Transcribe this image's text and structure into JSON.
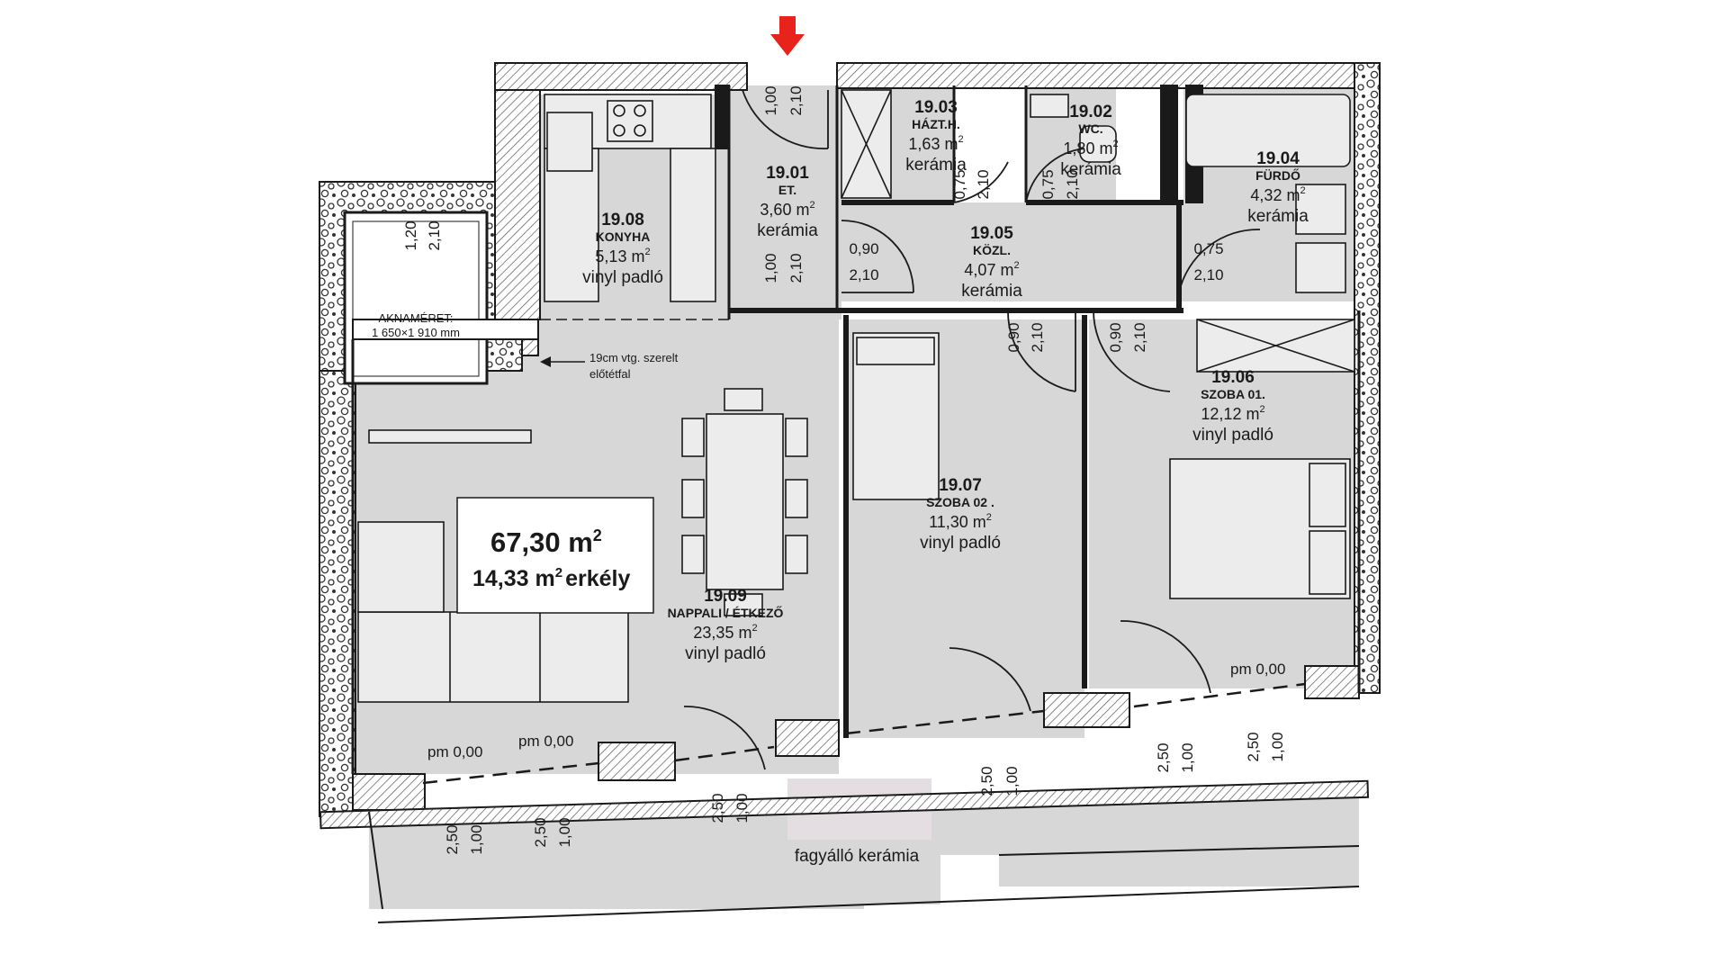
{
  "plan": {
    "total_area": "67,30 m",
    "total_area_sup": "2",
    "balcony_area": "14,33 m",
    "balcony_area_sup": "2",
    "balcony_word": "erkély",
    "area_unit_sup": "2",
    "wall_note_line1": "19cm vtg. szerelt",
    "wall_note_line2": "előtétfal",
    "shaft_label": "AKNAMÉRET:",
    "shaft_size": "1 650×1 910 mm",
    "balcony_floor": "fagyálló kerámia",
    "entrance_marker_color": "#e8231b",
    "room_fill_color": "#d7d7d7",
    "wall_color": "#1a1a1a"
  },
  "rooms": [
    {
      "code": "19.01",
      "name": "ET.",
      "area": "3,60 m",
      "floor": "kerámia"
    },
    {
      "code": "19.02",
      "name": "WC.",
      "area": "1,80 m",
      "floor": "kerámia"
    },
    {
      "code": "19.03",
      "name": "HÁZT.H.",
      "area": "1,63 m",
      "floor": "kerámia"
    },
    {
      "code": "19.04",
      "name": "FÜRDŐ",
      "area": "4,32 m",
      "floor": "kerámia"
    },
    {
      "code": "19.05",
      "name": "KÖZL.",
      "area": "4,07 m",
      "floor": "kerámia"
    },
    {
      "code": "19.06",
      "name": "SZOBA 01.",
      "area": "12,12 m",
      "floor": "vinyl padló"
    },
    {
      "code": "19.07",
      "name": "SZOBA 02 .",
      "area": "11,30 m",
      "floor": "vinyl padló"
    },
    {
      "code": "19.08",
      "name": "KONYHA",
      "area": "5,13 m",
      "floor": "vinyl padló"
    },
    {
      "code": "19.09",
      "name": "NAPPALI / ÉTKEZŐ",
      "area": "23,35 m",
      "floor": "vinyl padló"
    }
  ],
  "levels": [
    "pm 0,00",
    "pm 0,00",
    "pm 0,00"
  ],
  "dimensions": {
    "entry_door": [
      "1,00",
      "2,10"
    ],
    "hall_door": [
      "1,00",
      "2,10"
    ],
    "shaft": [
      "1,20",
      "2,10"
    ],
    "kozl_left": [
      "0,90",
      "2,10"
    ],
    "kozl_right": [
      "0,75",
      "2,10"
    ],
    "hazt_door": [
      "0,75",
      "2,10"
    ],
    "wc_door": [
      "0,75",
      "2,10"
    ],
    "szoba02_door": [
      "0,90",
      "2,10"
    ],
    "szoba01_door": [
      "0,90",
      "2,10"
    ],
    "win_nappali_1": [
      "2,50",
      "1,00"
    ],
    "win_nappali_2": [
      "2,50",
      "1,00"
    ],
    "win_nappali_door": [
      "2,50",
      "1,00"
    ],
    "win_szoba02": [
      "2,50",
      "1,00"
    ],
    "win_szoba01_a": [
      "2,50",
      "1,00"
    ],
    "win_szoba01_b": [
      "2,50",
      "1,00"
    ]
  }
}
